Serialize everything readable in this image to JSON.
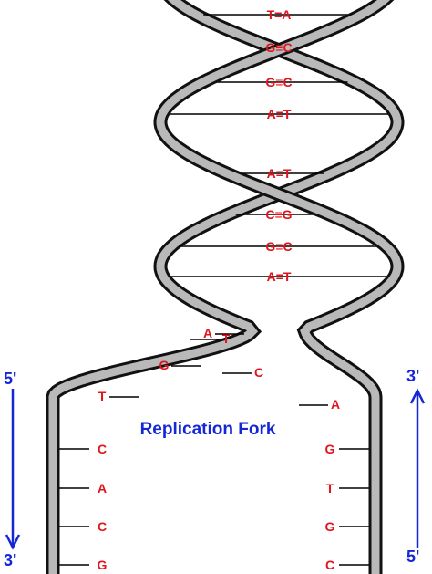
{
  "title": "Replication Fork",
  "colors": {
    "backbone_dark": "#111111",
    "backbone_light": "#b9b9b9",
    "base_text": "#e0141c",
    "title_text": "#1426d6",
    "end_label_text": "#1426d6",
    "arrow": "#1426d6",
    "rung": "#000000"
  },
  "helix_pairs": [
    {
      "left": "T",
      "bond": "=",
      "right": "A"
    },
    {
      "left": "C",
      "bond": "≡",
      "right": "G",
      "mirrored": true
    },
    {
      "left": "C",
      "bond": "≡",
      "right": "G",
      "mirrored": true
    },
    {
      "left": "A",
      "bond": "=",
      "right": "T"
    },
    {
      "left": "A",
      "bond": "=",
      "right": "T"
    },
    {
      "left": "C",
      "bond": "≡",
      "right": "G"
    },
    {
      "left": "G",
      "bond": "≡",
      "right": "C"
    },
    {
      "left": "A",
      "bond": "=",
      "right": "T"
    }
  ],
  "fork_bases": {
    "left": [
      "A",
      "G",
      "T"
    ],
    "right": [
      "T",
      "C",
      "A"
    ]
  },
  "left_strand_bases": [
    "C",
    "A",
    "C",
    "G"
  ],
  "right_strand_bases": [
    "G",
    "T",
    "G",
    "C"
  ],
  "end_labels": {
    "left_top": "5'",
    "left_bottom": "3'",
    "right_top": "3'",
    "right_bottom": "5'"
  },
  "arrows": {
    "left": "down",
    "right": "up"
  }
}
